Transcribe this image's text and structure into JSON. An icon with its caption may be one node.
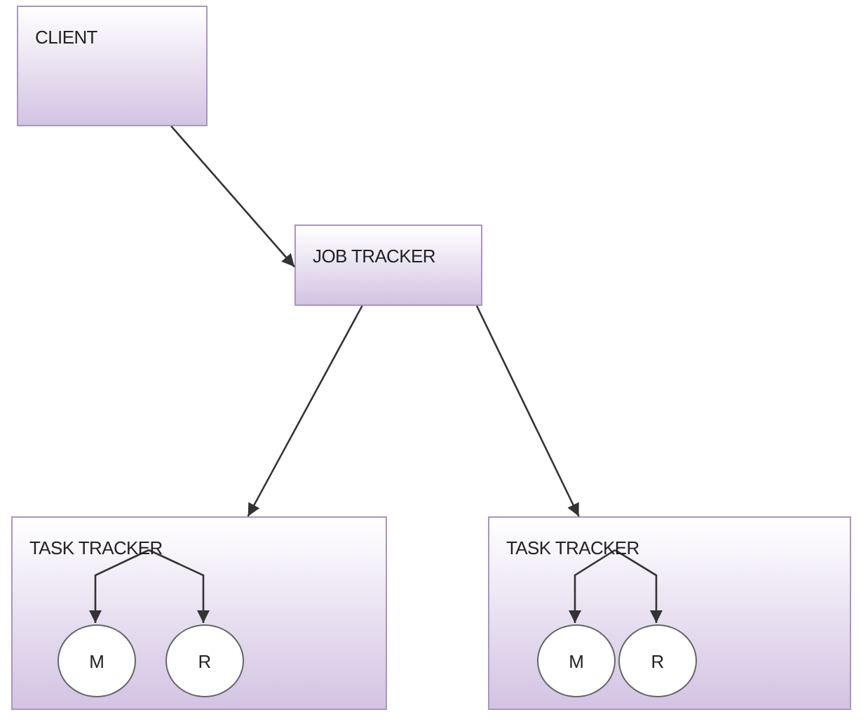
{
  "diagram": {
    "nodes": [
      {
        "text": [
          "CLIENT"
        ]
      },
      {
        "text": [
          "JOB TRACKER"
        ]
      },
      {
        "text": [
          "TASK TRACKER"
        ]
      },
      {
        "text": [
          "M"
        ],
        "in": 2
      },
      {
        "text": [
          "R"
        ],
        "in": 2
      },
      {
        "text": [
          "TASK TRACKER"
        ]
      },
      {
        "text": [
          "M"
        ],
        "in": 5
      },
      {
        "text": [
          "R"
        ],
        "in": 5
      }
    ],
    "edges": [
      {
        "from": 0,
        "to": 1,
        "arrow": "to"
      },
      {
        "from": 1,
        "to": 2,
        "arrow": "to"
      },
      {
        "from": 1,
        "to": 5,
        "arrow": "to"
      },
      {
        "from": 2,
        "to": 3,
        "arrow": "to"
      },
      {
        "from": 2,
        "to": 4,
        "arrow": "to"
      },
      {
        "from": 5,
        "to": 6,
        "arrow": "to"
      },
      {
        "from": 5,
        "to": 7,
        "arrow": "to"
      }
    ]
  }
}
